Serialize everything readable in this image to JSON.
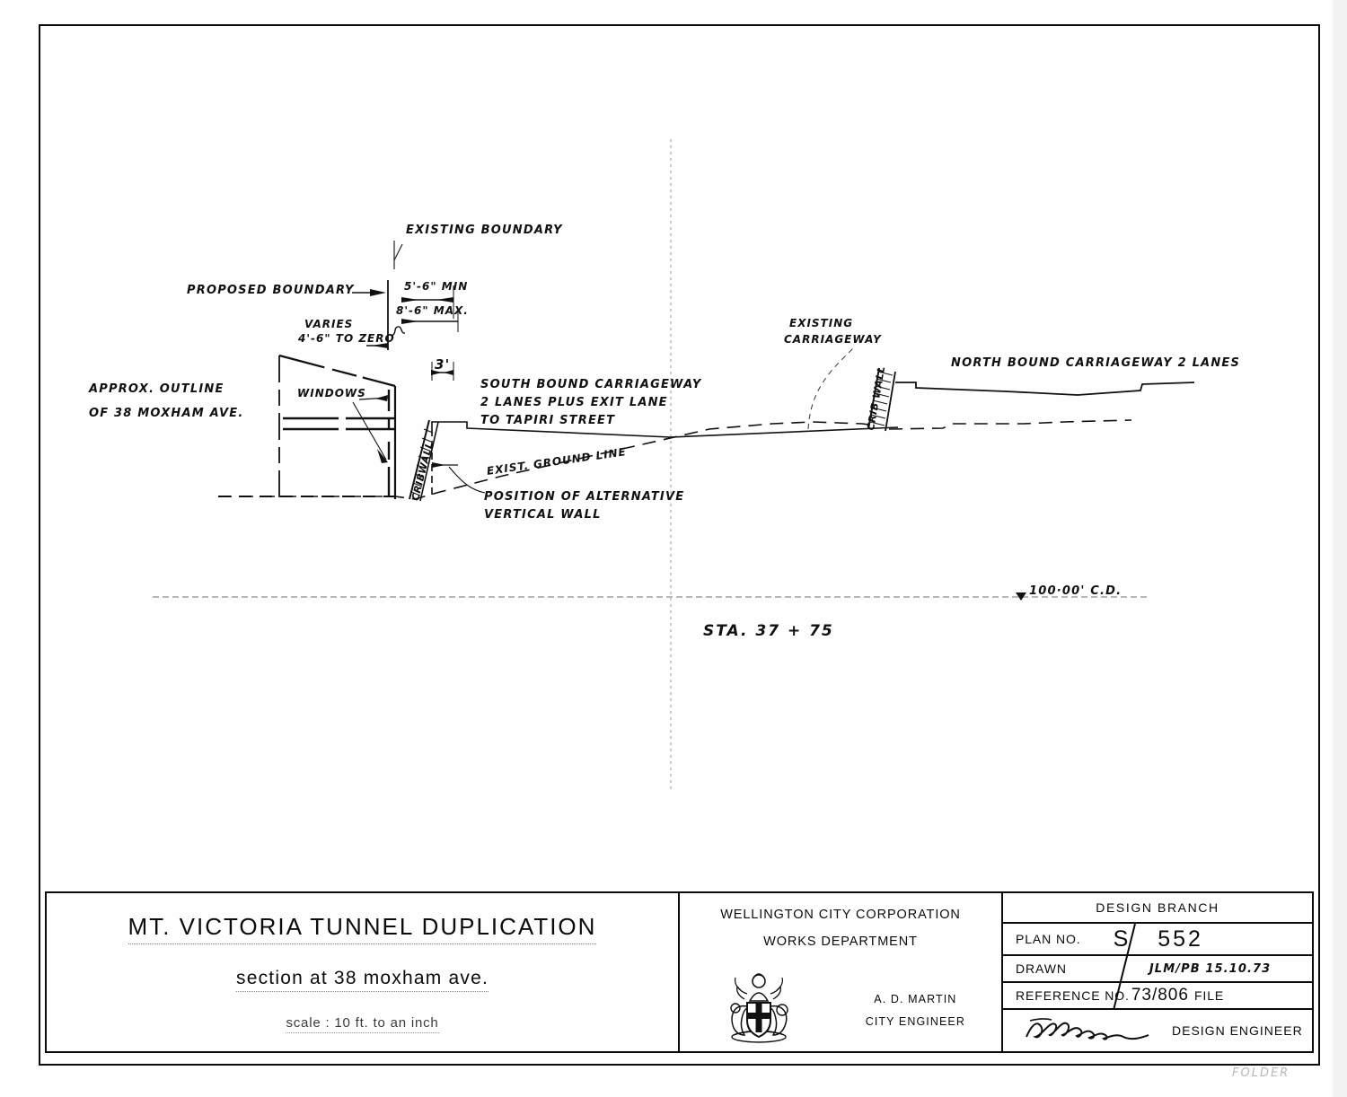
{
  "sheet": {
    "background_color": "#fefefe",
    "ink_color": "#0b0b0b",
    "folder_note": "FOLDER"
  },
  "drawing": {
    "station_label": "STA. 37 + 75",
    "datum_label": "100·00' C.D.",
    "annotations": [
      {
        "id": "existing-boundary",
        "text": "EXISTING  BOUNDARY"
      },
      {
        "id": "proposed-boundary",
        "text": "PROPOSED  BOUNDARY"
      },
      {
        "id": "dim-min",
        "text": "5'-6\" MIN"
      },
      {
        "id": "dim-max",
        "text": "8'-6\" MAX."
      },
      {
        "id": "varies-line1",
        "text": "VARIES"
      },
      {
        "id": "varies-line2",
        "text": "4'-6\" TO ZERO"
      },
      {
        "id": "dim-three-feet",
        "text": "3'"
      },
      {
        "id": "approx-outline-1",
        "text": "APPROX. OUTLINE"
      },
      {
        "id": "approx-outline-2",
        "text": "OF 38 MOXHAM AVE."
      },
      {
        "id": "windows",
        "text": "WINDOWS"
      },
      {
        "id": "cribwall-left",
        "text": "CRIBWALL"
      },
      {
        "id": "cribwall-right",
        "text": "CRIB WALL"
      },
      {
        "id": "southbound-1",
        "text": "SOUTH BOUND CARRIAGEWAY"
      },
      {
        "id": "southbound-2",
        "text": "2 LANES PLUS EXIT LANE"
      },
      {
        "id": "southbound-3",
        "text": "TO TAPIRI STREET"
      },
      {
        "id": "exist-ground-line",
        "text": "EXIST. GROUND LINE"
      },
      {
        "id": "alt-vertical-wall-1",
        "text": "POSITION OF ALTERNATIVE"
      },
      {
        "id": "alt-vertical-wall-2",
        "text": "VERTICAL WALL"
      },
      {
        "id": "existing-carriageway-1",
        "text": "EXISTING"
      },
      {
        "id": "existing-carriageway-2",
        "text": "CARRIAGEWAY"
      },
      {
        "id": "northbound",
        "text": "NORTH BOUND  CARRIAGEWAY   2 LANES"
      }
    ]
  },
  "titleblock": {
    "project_title": "MT. VICTORIA TUNNEL DUPLICATION",
    "project_subtitle": "section at  38 moxham ave.",
    "scale": "scale : 10 ft. to an inch",
    "organisation_line1": "WELLINGTON CITY CORPORATION",
    "organisation_line2": "WORKS DEPARTMENT",
    "engineer_name": "A. D. MARTIN",
    "engineer_role": "CITY ENGINEER",
    "branch": "DESIGN  BRANCH",
    "plan_no_label": "PLAN NO.",
    "plan_no_value": "S / 552",
    "plan_no_prefix": "S",
    "plan_no_number": "552",
    "drawn_label": "DRAWN",
    "drawn_value": "JLM/PB  15.10.73",
    "reference_label": "REFERENCE NO.",
    "reference_value": "73/806",
    "reference_suffix": "FILE",
    "design_engineer_label": "DESIGN ENGINEER"
  }
}
